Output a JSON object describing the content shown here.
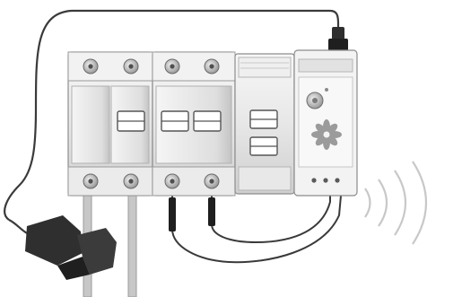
{
  "illustration": {
    "background_color": "#ffffff",
    "device_colors": {
      "panel_light": "#eeeeee",
      "panel_mid": "#dcdcdc",
      "panel_shadow": "#b9b9b9",
      "outline": "#8c8c8c",
      "cable": "#3a3a3a",
      "clamp": "#2f2f2f",
      "busbar": "#bdbdbd",
      "wave": "#c8c8c8"
    },
    "components": [
      "circuit-breaker-block",
      "circuit-breaker-block-double",
      "meter-module",
      "wireless-monitor-module",
      "current-clamp",
      "signal-waves"
    ],
    "module_icons": [
      "sensor-dial-icon",
      "flower-icon",
      "status-led-icon"
    ],
    "status_led_count": 3,
    "signal_wave_count": 4
  }
}
